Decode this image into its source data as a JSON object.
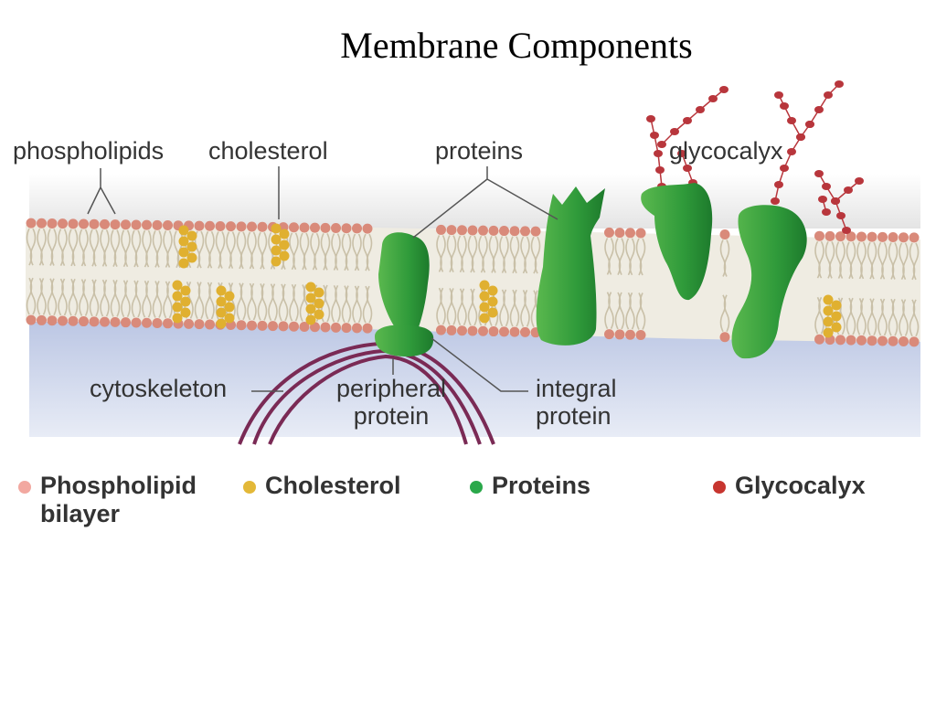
{
  "title": "Membrane Components",
  "labels": {
    "phospholipids": "phospholipids",
    "cholesterol": "cholesterol",
    "proteins": "proteins",
    "glycocalyx": "glycocalyx",
    "cytoskeleton": "cytoskeleton",
    "peripheral_line1": "peripheral",
    "peripheral_line2": "protein",
    "integral_line1": "integral",
    "integral_line2": "protein"
  },
  "legend": [
    {
      "line1": "Phospholipid",
      "line2": "bilayer",
      "color": "#f2a8a0"
    },
    {
      "line1": "Cholesterol",
      "line2": "",
      "color": "#e3b838"
    },
    {
      "line1": "Proteins",
      "line2": "",
      "color": "#2aa84a"
    },
    {
      "line1": "Glycocalyx",
      "line2": "",
      "color": "#c7352f"
    }
  ],
  "colors": {
    "head": "#d98a7a",
    "tail": "#c9c0a8",
    "cholesterol": "#e0b030",
    "protein": "#3a9e3c",
    "sugar": "#b8363c",
    "cytoskeleton": "#7a2a55"
  }
}
